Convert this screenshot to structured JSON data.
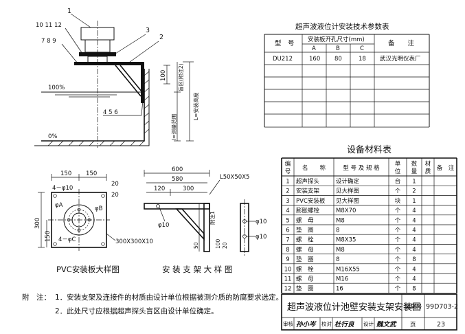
{
  "param_table": {
    "title": "超声波液位计安装技术参数表",
    "h_model": "型　号",
    "h_hole": "安装板开孔尺寸(mm)",
    "h_note": "备　　注",
    "h_a": "A",
    "h_b": "B",
    "h_c": "C",
    "row_model": "DU212",
    "row_a": "160",
    "row_b": "80",
    "row_c": "18",
    "row_note": "武汉光明仪表厂"
  },
  "materials": {
    "title": "设备材料表",
    "headers": [
      "编号",
      "名　　称",
      "型 号 及 规 格",
      "单位",
      "数量",
      "材质",
      "备　注"
    ],
    "rows": [
      [
        "1",
        "超声探头",
        "设计确定",
        "台",
        "1"
      ],
      [
        "2",
        "安装支架",
        "见大样图",
        "个",
        "2"
      ],
      [
        "3",
        "PVC安装板",
        "见大样图",
        "块",
        "1"
      ],
      [
        "4",
        "膨胀螺栓",
        "M8X70",
        "个",
        "4"
      ],
      [
        "5",
        "螺　母",
        "M8",
        "个",
        "4"
      ],
      [
        "6",
        "垫　圈",
        "8",
        "个",
        "4"
      ],
      [
        "7",
        "螺　栓",
        "M8X35",
        "个",
        "4"
      ],
      [
        "8",
        "螺　母",
        "M8",
        "个",
        "4"
      ],
      [
        "9",
        "垫　圈",
        "8",
        "个",
        "8"
      ],
      [
        "10",
        "螺　栓",
        "M16X55",
        "个",
        "4"
      ],
      [
        "11",
        "螺　母",
        "M16",
        "个",
        "4"
      ],
      [
        "12",
        "垫　圈",
        "16",
        "个",
        "8"
      ]
    ]
  },
  "main_view": {
    "callout_1": "1",
    "callout_101112": "10 11 12",
    "callout_789": "7 8 9",
    "callout_3": "3",
    "callout_2": "2",
    "callout_456": "4 5 6",
    "level_100": "100%",
    "level_0": "0%",
    "dim_100": "100",
    "dim_measure": "l=测量范围",
    "dim_blind": "盲区(附注2)",
    "dim_height": "L=安装高度"
  },
  "pvc_view": {
    "caption": "PVC安装板大样图",
    "dim_150a": "150",
    "dim_150b": "150",
    "dim_20a": "20",
    "dim_20b": "20",
    "hole_note": "4－φ10",
    "hole_a": "φA",
    "hole_b": "φB",
    "hole_c": "4－φC",
    "dim_300": "300",
    "dim_150v": "150",
    "plate": "300X300X10"
  },
  "bracket_view": {
    "caption": "安 装 支 架 大 样 图",
    "dim_600": "600",
    "dim_580": "580",
    "dim_120": "120",
    "dim_300": "300",
    "angle": "L50X50X5",
    "hole_left": "φ10",
    "dim_50": "50",
    "dim_100": "100",
    "dim_20": "20",
    "dim_fix": "附注1",
    "hole_r1": "φ10",
    "hole_r2": "φ10"
  },
  "notes": {
    "label": "附　注：",
    "n1": "1．安装支架及连接件的材质由设计单位根据被测介质的防腐要求选定。",
    "n2": "2．此处尺寸应根据超声探头盲区由设计单位确定。"
  },
  "title_block": {
    "title": "超声波液位计池壁安装支架安装图",
    "atlas_label": "图集号",
    "atlas_no": "99D703-2",
    "review": "审核",
    "review_sig": "孙小岑",
    "check": "校对",
    "check_sig": "杜行良",
    "design": "设计",
    "design_sig": "魏文武",
    "page_label": "页",
    "page_no": "23"
  }
}
